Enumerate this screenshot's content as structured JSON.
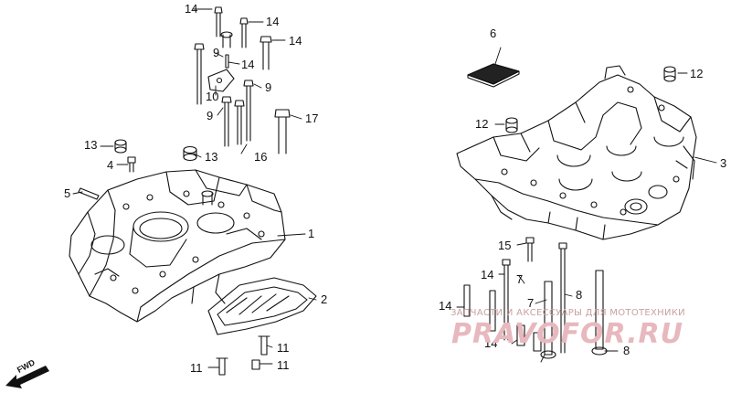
{
  "labels": {
    "l1": "1",
    "l2": "2",
    "l3": "3",
    "l4": "4",
    "l5": "5",
    "l6": "6",
    "l7a": "7",
    "l7b": "7",
    "l8a": "8",
    "l8b": "8",
    "l9a": "9",
    "l9b": "9",
    "l9c": "9",
    "l10": "10",
    "l11a": "11",
    "l11b": "11",
    "l11c": "11",
    "l12a": "12",
    "l12b": "12",
    "l13a": "13",
    "l13b": "13",
    "l14a": "14",
    "l14b": "14",
    "l14c": "14",
    "l14d": "14",
    "l14e": "14",
    "l14f": "14",
    "l14g": "14",
    "l15": "15",
    "l16": "16",
    "l17": "17"
  },
  "watermark": {
    "caption": "ЗАПЧАСТИ И АКСЕССУАРЫ ДЛЯ МОТОТЕХНИКИ",
    "brand": "PRAVOFOR.RU"
  },
  "fwd_label": "FWD",
  "colors": {
    "line": "#111111",
    "watermark": "#e7b8bd"
  }
}
